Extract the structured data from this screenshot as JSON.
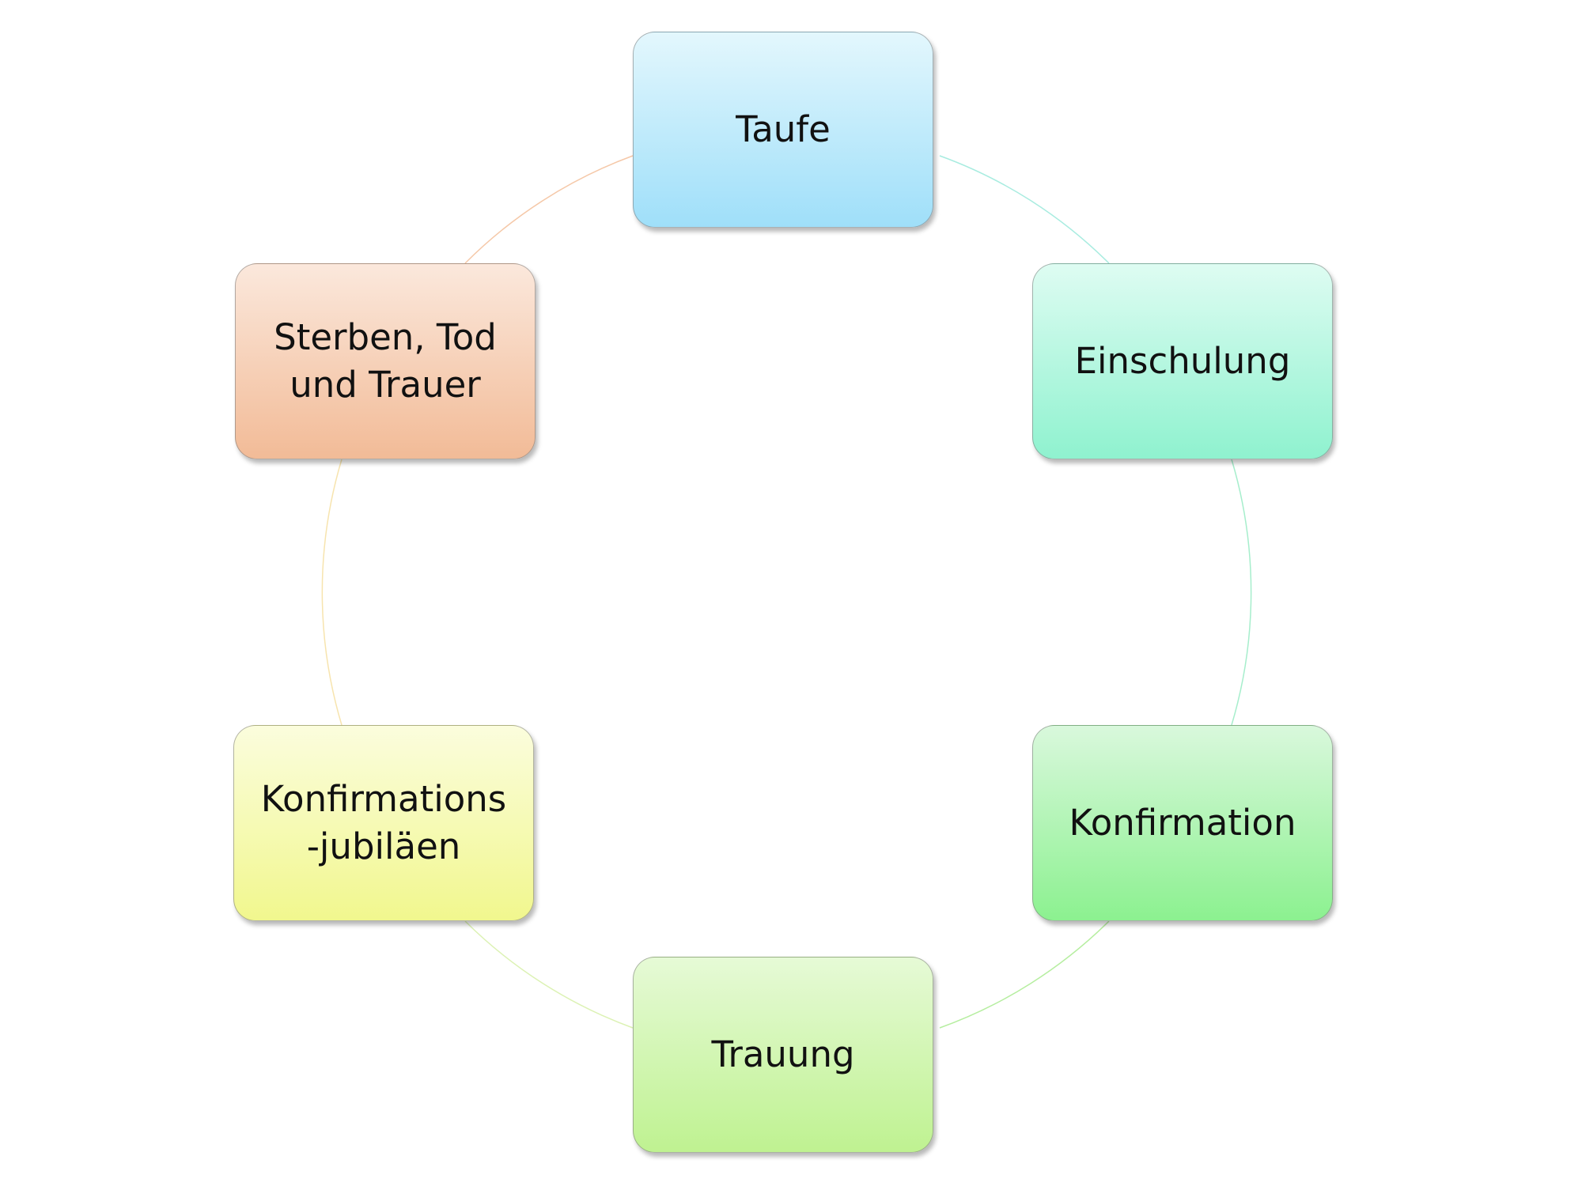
{
  "diagram": {
    "type": "cycle",
    "nodes": [
      {
        "id": "taufe",
        "label": "Taufe",
        "color": "#9fdff9"
      },
      {
        "id": "einschulung",
        "label": "Einschulung",
        "color": "#8ff2cf"
      },
      {
        "id": "konfirmation",
        "label": "Konfirmation",
        "color": "#8cf190"
      },
      {
        "id": "trauung",
        "label": "Trauung",
        "color": "#bff291"
      },
      {
        "id": "jubilaeen",
        "label": "Konfirmations\n-jubiläen",
        "color": "#f1f78e"
      },
      {
        "id": "tod",
        "label": "Sterben, Tod\nund Trauer",
        "color": "#f2bb97"
      }
    ],
    "connector_colors": [
      "#a8ece0",
      "#a6eecc",
      "#b6eea0",
      "#dcf2b4",
      "#f7e4ae",
      "#f5c8a8"
    ]
  }
}
